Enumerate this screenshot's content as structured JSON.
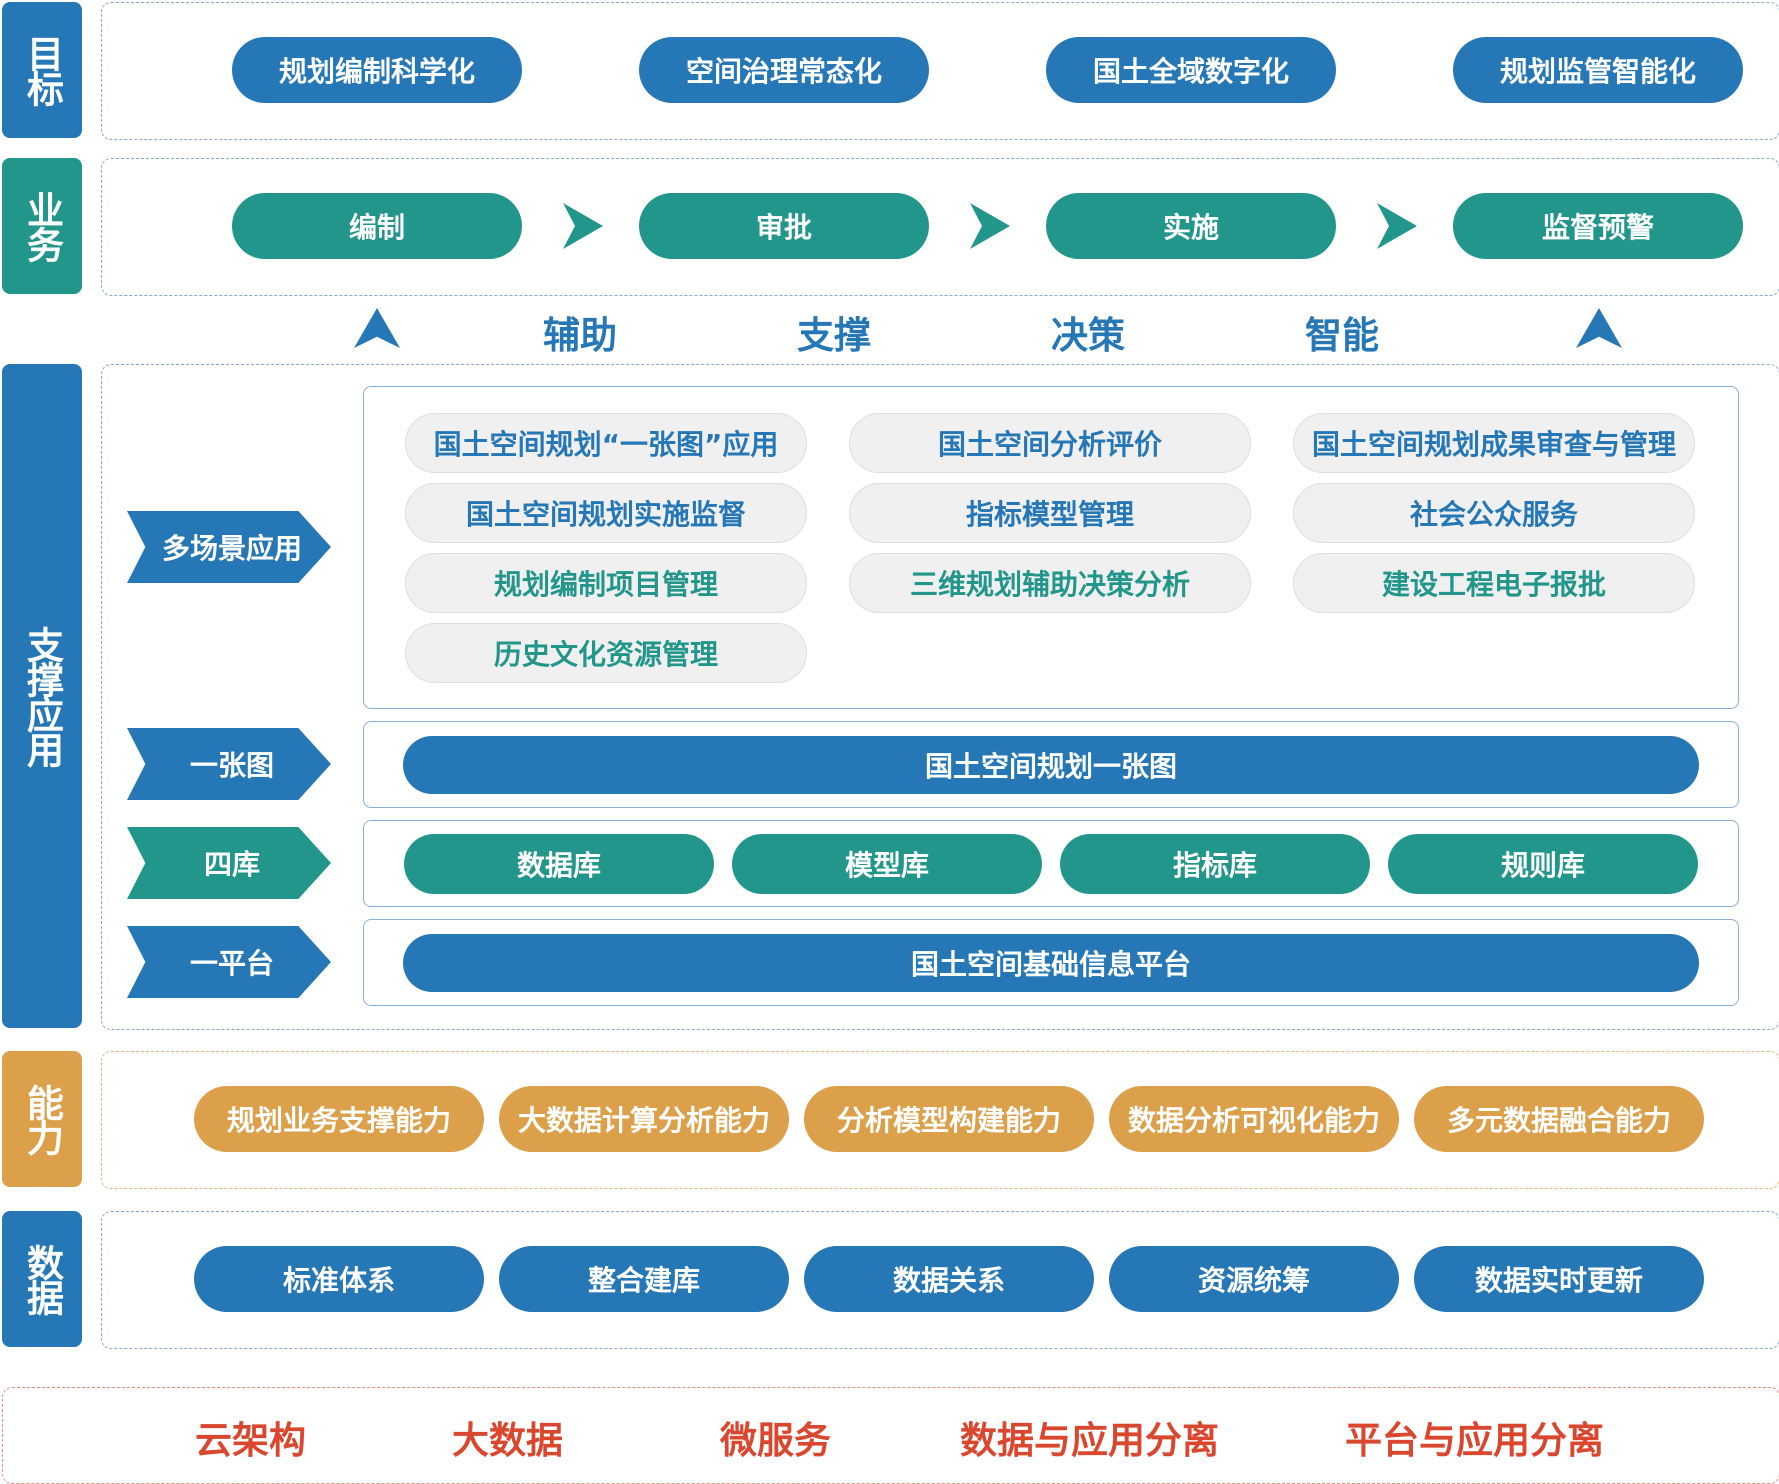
{
  "layers": {
    "goal": "目标",
    "business": "业务",
    "support": "支撑应用",
    "capability": "能力",
    "data": "数据"
  },
  "goals": [
    "规划编制科学化",
    "空间治理常态化",
    "国土全域数字化",
    "规划监管智能化"
  ],
  "business_steps": [
    "编制",
    "审批",
    "实施",
    "监督预警"
  ],
  "middle_words": [
    "辅助",
    "支撑",
    "决策",
    "智能"
  ],
  "support": {
    "scene_label": "多场景应用",
    "scenes": [
      "国土空间规划“一张图”应用",
      "国土空间分析评价",
      "国土空间规划成果审查与管理",
      "国土空间规划实施监督",
      "指标模型管理",
      "社会公众服务",
      "规划编制项目管理",
      "三维规划辅助决策分析",
      "建设工程电子报批",
      "历史文化资源管理"
    ],
    "map_label": "一张图",
    "map_bar": "国土空间规划一张图",
    "libs_label": "四库",
    "libs": [
      "数据库",
      "模型库",
      "指标库",
      "规则库"
    ],
    "platform_label": "一平台",
    "platform_bar": "国土空间基础信息平台"
  },
  "capabilities": [
    "规划业务支撑能力",
    "大数据计算分析能力",
    "分析模型构建能力",
    "数据分析可视化能力",
    "多元数据融合能力"
  ],
  "data_items": [
    "标准体系",
    "整合建库",
    "数据关系",
    "资源统筹",
    "数据实时更新"
  ],
  "foundation": [
    "云架构",
    "大数据",
    "微服务",
    "数据与应用分离",
    "平台与应用分离"
  ],
  "colors": {
    "blue": "#2677b6",
    "teal": "#22968b",
    "gold": "#dba049",
    "red": "#d9472f"
  }
}
